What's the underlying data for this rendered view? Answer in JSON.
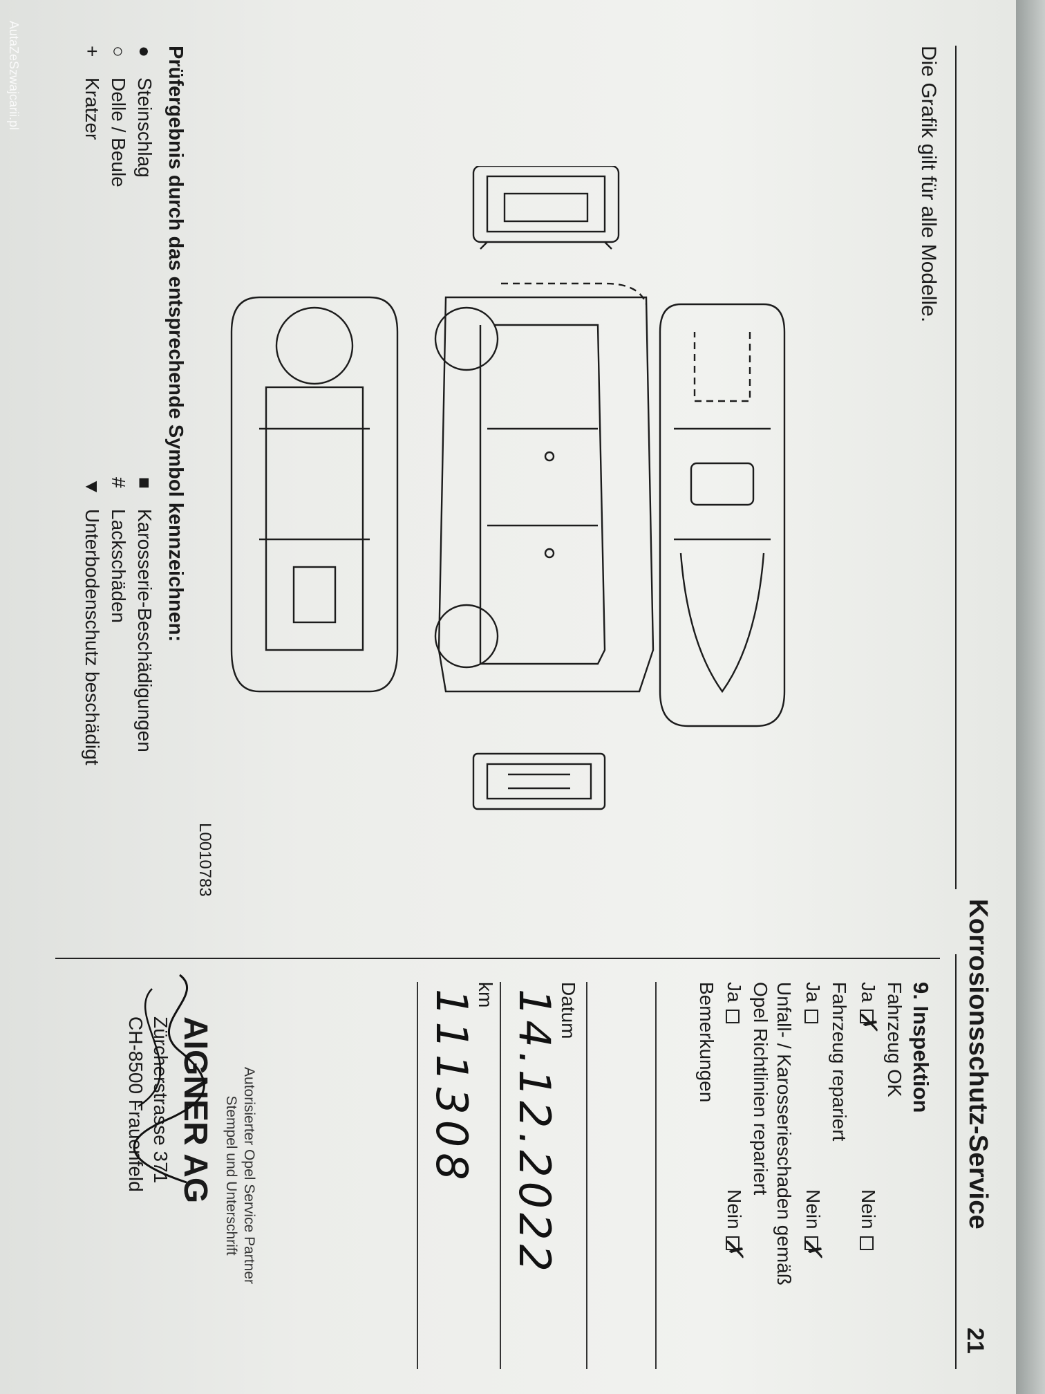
{
  "page": {
    "number": "21",
    "section_title": "Korrosionsschutz-Service",
    "graphic_note": "Die Grafik gilt für alle Modelle.",
    "diagram_code": "L0010783"
  },
  "legend": {
    "title": "Prüfergebnis durch das entsprechende Symbol kennzeichnen:",
    "items": [
      {
        "symbol": "●",
        "label": "Steinschlag"
      },
      {
        "symbol": "○",
        "label": "Delle / Beule"
      },
      {
        "symbol": "+",
        "label": "Kratzer"
      },
      {
        "symbol": "■",
        "label": "Karosserie-Beschädigungen"
      },
      {
        "symbol": "#",
        "label": "Lackschäden"
      },
      {
        "symbol": "▼",
        "label": "Unterbodenschutz beschädigt"
      }
    ]
  },
  "inspection": {
    "title": "9. Inspektion",
    "vehicle_ok_label": "Fahrzeug OK",
    "yes_label": "Ja",
    "no_label": "Nein",
    "vehicle_repaired_label": "Fahrzeug repariert",
    "accident_label_line1": "Unfall- / Karosserieschaden gemäß",
    "accident_label_line2": "Opel Richtlinien repariert",
    "remarks_label": "Bemerkungen",
    "date_label": "Datum",
    "date_value": "14.12.2022",
    "km_label": "km",
    "km_value": "111308",
    "answers": {
      "vehicle_ok": "Ja",
      "vehicle_repaired": "Nein",
      "accident_repaired": "Nein"
    }
  },
  "stamp": {
    "caption_line1": "Autorisierter Opel Service Partner",
    "caption_line2": "Stempel und Unterschrift",
    "company": "AIGNER AG",
    "street": "Zürcherstrasse 371",
    "city": "CH-8500 Frauenfeld"
  },
  "watermark": "AutaZeSzwajcarii.pl"
}
